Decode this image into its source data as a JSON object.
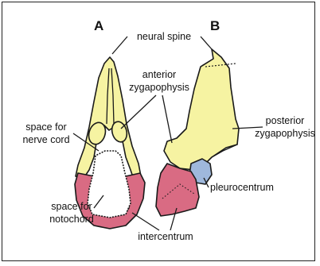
{
  "figure": {
    "panel_a": "A",
    "panel_b": "B",
    "labels": {
      "neural_spine": "neural spine",
      "anterior_zyg_1": "anterior",
      "anterior_zyg_2": "zygapophysis",
      "nerve_cord_1": "space for",
      "nerve_cord_2": "nerve cord",
      "posterior_zyg_1": "posterior",
      "posterior_zyg_2": "zygapophysis",
      "pleurocentrum": "pleurocentrum",
      "notochord_1": "space for",
      "notochord_2": "notochord",
      "intercentrum": "intercentrum"
    },
    "colors": {
      "neural_arch": "#f6f3a2",
      "intercentrum": "#d96b83",
      "pleurocentrum": "#9fb8dc",
      "outline": "#1a1a1a"
    }
  }
}
